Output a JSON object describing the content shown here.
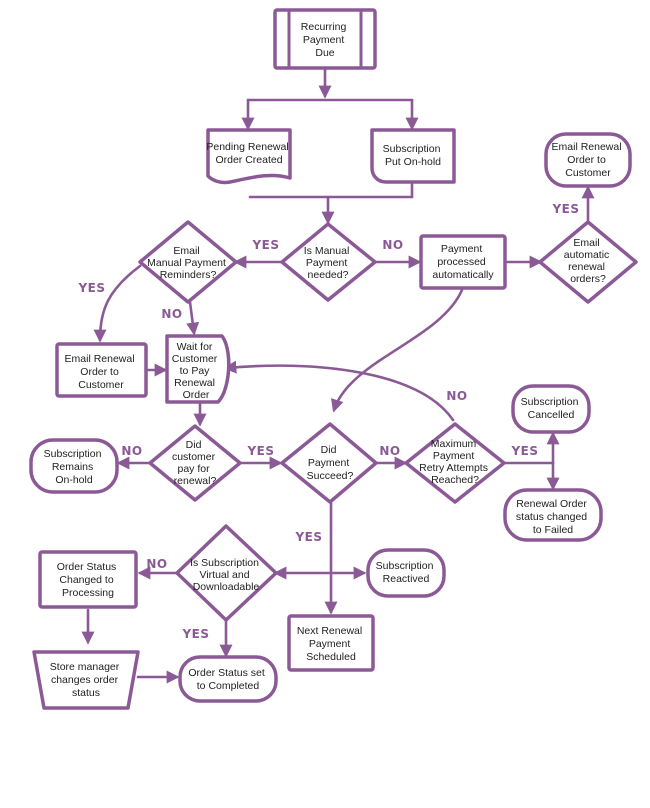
{
  "colors": {
    "stroke": "#8b5a96",
    "text": "#222222",
    "label": "#8b5a96"
  },
  "nodes": {
    "recurring": [
      "Recurring",
      "Payment",
      "Due"
    ],
    "pending": [
      "Pending Renewal",
      "Order Created"
    ],
    "onhold": [
      "Subscription",
      "Put On-hold"
    ],
    "email_order_top": [
      "Email Renewal",
      "Order to",
      "Customer"
    ],
    "email_reminders": [
      "Email",
      "Manual Payment",
      "Reminders?"
    ],
    "manual_needed": [
      "Is Manual",
      "Payment",
      "needed?"
    ],
    "processed_auto": [
      "Payment",
      "processed",
      "automatically"
    ],
    "email_auto": [
      "Email",
      "automatic",
      "renewal",
      "orders?"
    ],
    "email_order_left": [
      "Email Renewal",
      "Order to",
      "Customer"
    ],
    "wait_customer": [
      "Wait for",
      "Customer",
      "to Pay",
      "Renewal",
      "Order"
    ],
    "sub_cancelled": [
      "Subscription",
      "Cancelled"
    ],
    "remains_onhold": [
      "Subscription",
      "Remains",
      "On-hold"
    ],
    "did_customer_pay": [
      "Did",
      "customer",
      "pay for",
      "renewal?"
    ],
    "did_payment_succeed": [
      "Did",
      "Payment",
      "Succeed?"
    ],
    "max_retry": [
      "Maximum",
      "Payment",
      "Retry Attempts",
      "Reached?"
    ],
    "renewal_failed": [
      "Renewal Order",
      "status changed",
      "to Failed"
    ],
    "order_processing": [
      "Order Status",
      "Changed to",
      "Processing"
    ],
    "virtual_downloadable": [
      "Is Subscription",
      "Virtual and",
      "Downloadable"
    ],
    "sub_reactivated": [
      "Subscription",
      "Reactived"
    ],
    "next_renewal": [
      "Next Renewal",
      "Payment",
      "Scheduled"
    ],
    "store_manager": [
      "Store manager",
      "changes order",
      "status"
    ],
    "order_completed": [
      "Order Status set",
      "to Completed"
    ]
  },
  "labels": {
    "yes": "YES",
    "no": "NO"
  }
}
